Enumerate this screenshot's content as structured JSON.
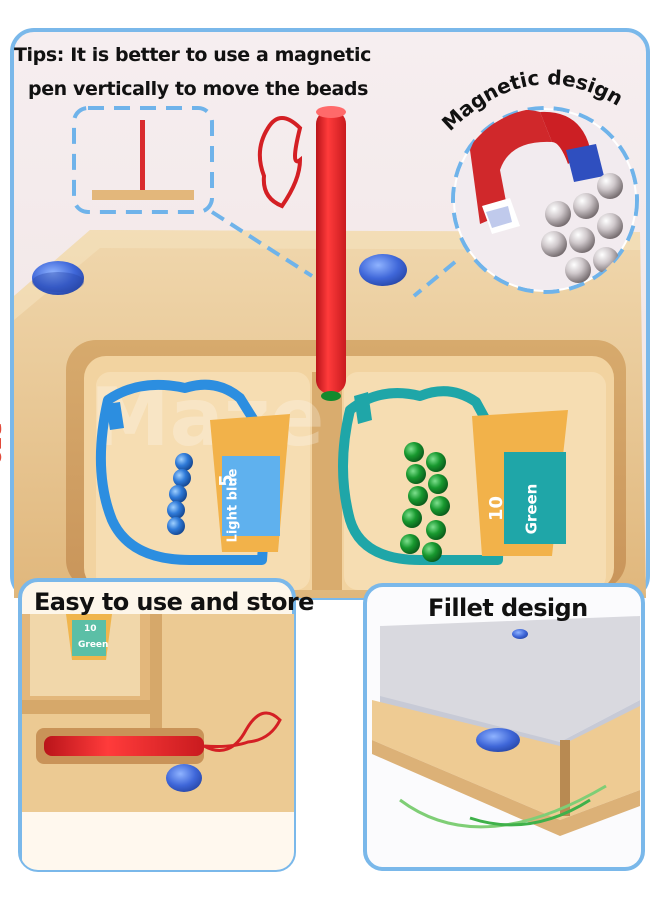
{
  "tips": {
    "line1": "Tips: It is better to use a magnetic",
    "line2": "pen vertically to move the beads"
  },
  "badges": {
    "magnetic": "Magnetic design"
  },
  "panels": {
    "easy": "Easy to use and store",
    "fillet": "Fillet design"
  },
  "cups": {
    "left_number": "5",
    "left_color": "Light blue",
    "right_number": "10",
    "right_color": "Green",
    "inset_number": "10",
    "inset_color": "Green"
  },
  "board_side_text": "aze",
  "colors": {
    "frame_blue": "#6fb3ea",
    "dashed_blue": "#6fb3ea",
    "wood": "#e9c58f",
    "pen_red": "#e8262c",
    "bead_green": "#138a2e",
    "bead_blue": "#2e6fd0",
    "magnet_red": "#cc1f24",
    "magnet_blue": "#2f4fbf",
    "steel": "#c9c4c6"
  }
}
